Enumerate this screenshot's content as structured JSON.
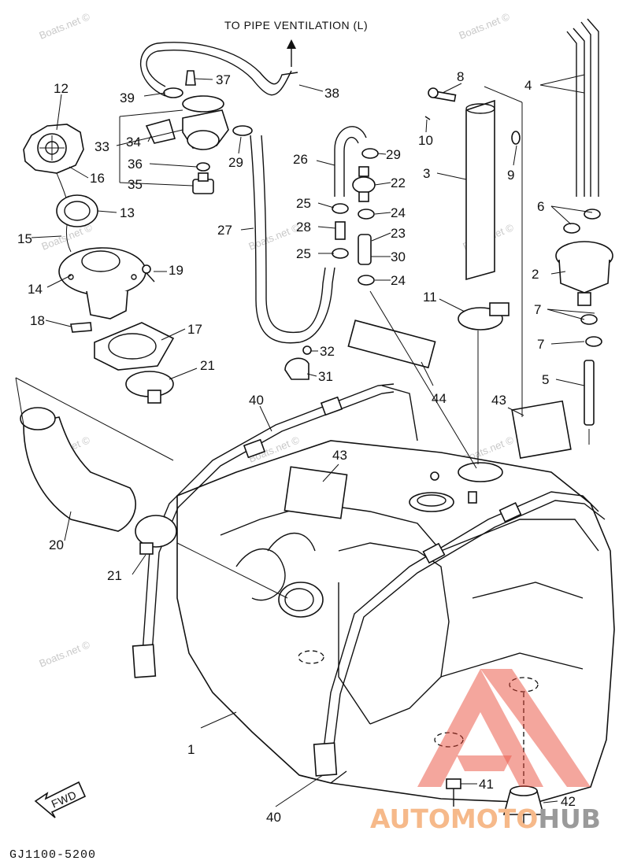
{
  "header": {
    "ventilation_note": "TO PIPE VENTILATION (L)"
  },
  "footer": {
    "drawing_code": "GJ1100-5200",
    "direction_tag": "FWD"
  },
  "watermark": {
    "text": "Boats.net ©"
  },
  "brand": {
    "part1": "AUTOMOTO",
    "part2": "HUB"
  },
  "colors": {
    "ink": "#111111",
    "watermark": "#c8c8c8",
    "logo_red": "#e8402e",
    "logo_text": "#f6b98a",
    "logo_grey": "#9a9a9a"
  },
  "callouts": [
    {
      "id": "c1",
      "label": "1"
    },
    {
      "id": "c2",
      "label": "2"
    },
    {
      "id": "c3",
      "label": "3"
    },
    {
      "id": "c4",
      "label": "4"
    },
    {
      "id": "c5",
      "label": "5"
    },
    {
      "id": "c6",
      "label": "6"
    },
    {
      "id": "c7a",
      "label": "7"
    },
    {
      "id": "c7b",
      "label": "7"
    },
    {
      "id": "c8",
      "label": "8"
    },
    {
      "id": "c9",
      "label": "9"
    },
    {
      "id": "c10",
      "label": "10"
    },
    {
      "id": "c11",
      "label": "11"
    },
    {
      "id": "c12",
      "label": "12"
    },
    {
      "id": "c13",
      "label": "13"
    },
    {
      "id": "c14",
      "label": "14"
    },
    {
      "id": "c15",
      "label": "15"
    },
    {
      "id": "c16",
      "label": "16"
    },
    {
      "id": "c17",
      "label": "17"
    },
    {
      "id": "c18",
      "label": "18"
    },
    {
      "id": "c19",
      "label": "19"
    },
    {
      "id": "c20",
      "label": "20"
    },
    {
      "id": "c21a",
      "label": "21"
    },
    {
      "id": "c21b",
      "label": "21"
    },
    {
      "id": "c22",
      "label": "22"
    },
    {
      "id": "c23",
      "label": "23"
    },
    {
      "id": "c24a",
      "label": "24"
    },
    {
      "id": "c24b",
      "label": "24"
    },
    {
      "id": "c25a",
      "label": "25"
    },
    {
      "id": "c25b",
      "label": "25"
    },
    {
      "id": "c26",
      "label": "26"
    },
    {
      "id": "c27",
      "label": "27"
    },
    {
      "id": "c28",
      "label": "28"
    },
    {
      "id": "c29a",
      "label": "29"
    },
    {
      "id": "c29b",
      "label": "29"
    },
    {
      "id": "c30",
      "label": "30"
    },
    {
      "id": "c31",
      "label": "31"
    },
    {
      "id": "c32",
      "label": "32"
    },
    {
      "id": "c33",
      "label": "33"
    },
    {
      "id": "c34",
      "label": "34"
    },
    {
      "id": "c35",
      "label": "35"
    },
    {
      "id": "c36",
      "label": "36"
    },
    {
      "id": "c37",
      "label": "37"
    },
    {
      "id": "c38",
      "label": "38"
    },
    {
      "id": "c39",
      "label": "39"
    },
    {
      "id": "c40a",
      "label": "40"
    },
    {
      "id": "c40b",
      "label": "40"
    },
    {
      "id": "c41",
      "label": "41"
    },
    {
      "id": "c42",
      "label": "42"
    },
    {
      "id": "c43a",
      "label": "43"
    },
    {
      "id": "c43b",
      "label": "43"
    },
    {
      "id": "c44",
      "label": "44"
    }
  ]
}
